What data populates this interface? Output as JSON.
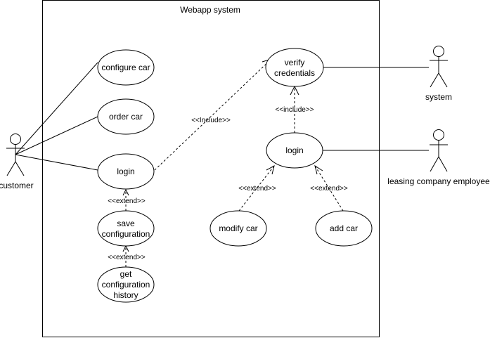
{
  "system_boundary": {
    "title": "Webapp system"
  },
  "actors": {
    "customer": "customer",
    "system": "system",
    "employee": "leasing company employee"
  },
  "use_cases": {
    "configure_car": [
      "configure car"
    ],
    "order_car": [
      "order car"
    ],
    "login_customer": [
      "login"
    ],
    "save_configuration": [
      "save",
      "configuration"
    ],
    "get_history": [
      "get",
      "configuration",
      "history"
    ],
    "verify_credentials": [
      "verify",
      "credentials"
    ],
    "login_employee": [
      "login"
    ],
    "modify_car": [
      "modify car"
    ],
    "add_car": [
      "add car"
    ]
  },
  "stereotypes": {
    "include_left": "<<Include>>",
    "include_right": "<<include>>",
    "extend_save": "<<extend>>",
    "extend_history": "<<extend>>",
    "extend_modify": "<<extend>>",
    "extend_add": "<<extend>>"
  }
}
